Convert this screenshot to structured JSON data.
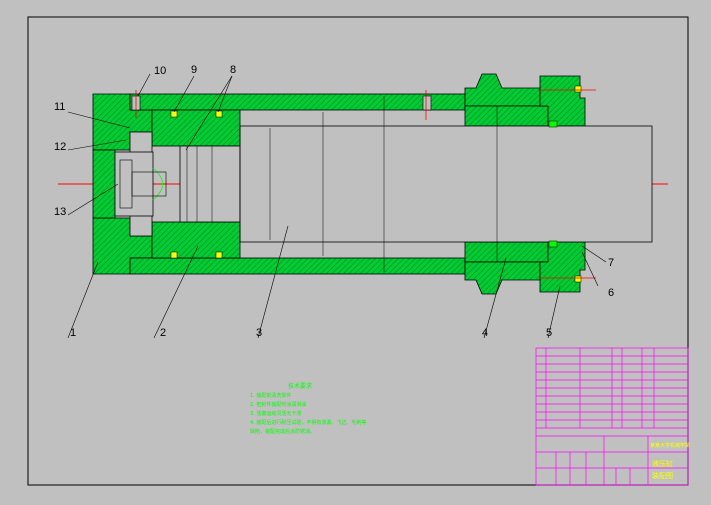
{
  "drawing": {
    "part_labels": [
      "10",
      "9",
      "8",
      "11",
      "12",
      "13",
      "1",
      "2",
      "3",
      "4",
      "5",
      "6",
      "7"
    ],
    "notes_title": "技术要求",
    "notes": [
      "1. 装配前清洗零件",
      "2. 密封件装配时涂润滑油",
      "3. 活塞运动灵活无卡滞",
      "4. 装配后进行耐压试验，不得有渗漏、飞边、毛刺等",
      "缺陷，装配完成后涂防锈油。"
    ],
    "title_block": {
      "drawing_name_line1": "液压缸",
      "drawing_name_line2": "装配图",
      "company": "某某大学机械学院"
    }
  }
}
